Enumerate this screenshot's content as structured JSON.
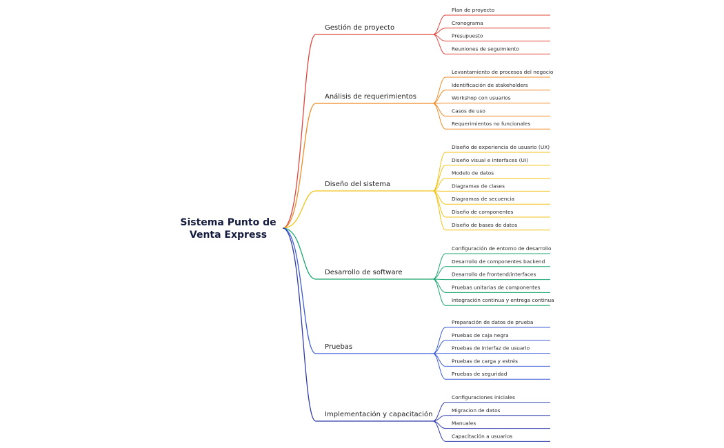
{
  "root": {
    "title_line1": "Sistema Punto de",
    "title_line2": "Venta Express"
  },
  "branches": [
    {
      "label": "Gestión de proyecto",
      "color": "#e0443b",
      "children": [
        "Plan de proyecto",
        "Cronograma",
        "Presupuesto",
        "Reuniones de seguimiento"
      ]
    },
    {
      "label": "Análisis de requerimientos",
      "color": "#f08a24",
      "children": [
        "Levantamiento de procesos del negocio",
        "Identificación de stakeholders",
        "Workshop con usuarios",
        "Casos de uso",
        "Requerimientos no funcionales"
      ]
    },
    {
      "label": "Diseño del sistema",
      "color": "#f2c21a",
      "children": [
        "Diseño de experiencia de usuario (UX)",
        "Diseño visual e interfaces (UI)",
        "Modelo de datos",
        "Diagramas de clases",
        "Diagramas de secuencia",
        "Diseño de componentes",
        "Diseño de bases de datos"
      ]
    },
    {
      "label": "Desarrollo de software",
      "color": "#1aa56e",
      "children": [
        "Configuración de entorno de desarrollo",
        "Desarrollo de componentes backend",
        "Desarrollo de frontend/interfaces",
        "Pruebas unitarias de componentes",
        "Integración continua y entrega continua"
      ]
    },
    {
      "label": "Pruebas",
      "color": "#3b5bd6",
      "children": [
        "Preparación de datos de prueba",
        "Pruebas de caja negra",
        "Pruebas de interfaz de usuario",
        "Pruebas de carga y estrés",
        "Pruebas de seguridad"
      ]
    },
    {
      "label": "Implementación y capacitación",
      "color": "#2e3aa8",
      "children": [
        "Configuraciones iniciales",
        "Migracion de datos",
        "Manuales",
        "Capacitación a usuarios"
      ]
    }
  ]
}
